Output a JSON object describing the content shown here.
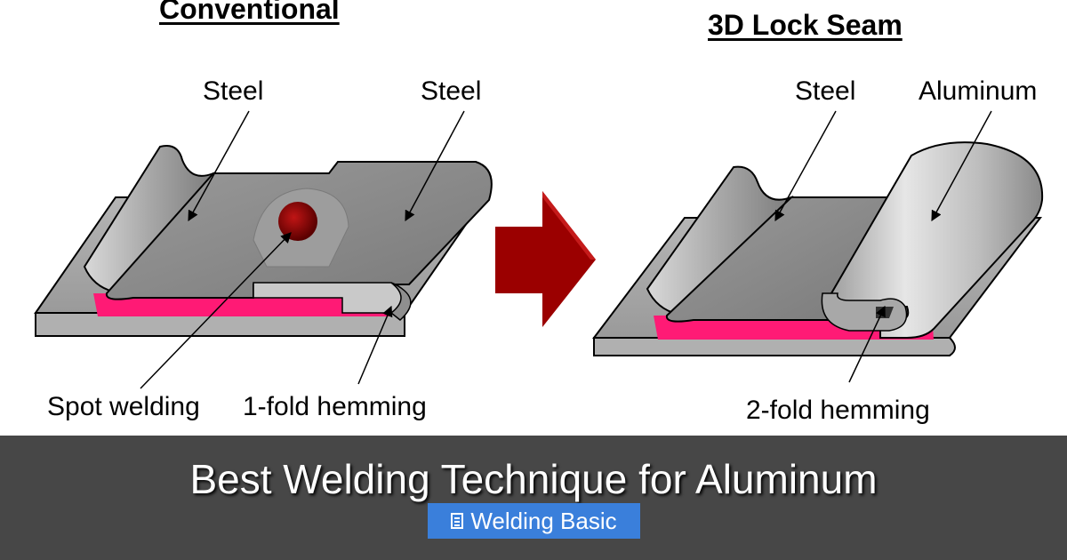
{
  "diagram": {
    "left_heading": "Conventional",
    "right_heading": "3D Lock Seam",
    "labels": {
      "steel_left_top": "Steel",
      "steel_right_top": "Steel",
      "spot_welding": "Spot welding",
      "one_fold_hemming": "1-fold hemming",
      "steel_new": "Steel",
      "aluminum": "Aluminum",
      "two_fold_hemming": "2-fold hemming"
    },
    "colors": {
      "panel_gray": "#8c8c8c",
      "panel_dark": "#6e6e6e",
      "panel_light": "#c8c8c8",
      "adhesive_pink": "#ff1a75",
      "arrow_red": "#9b0000",
      "weld_dot": "#7a0000"
    }
  },
  "footer": {
    "title": "Best Welding Technique for Aluminum",
    "badge_label": "Welding Basic",
    "badge_icon": "document-icon",
    "badge_color": "#3a7fdb",
    "background": "#474747"
  }
}
